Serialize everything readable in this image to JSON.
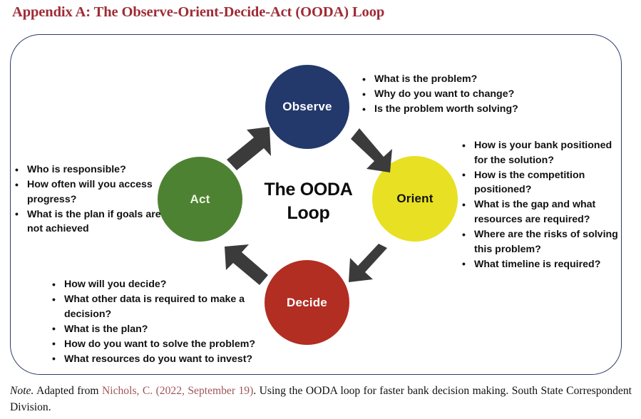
{
  "title": "Appendix A: The Observe-Orient-Decide-Act (OODA) Loop",
  "center": {
    "line1": "The OODA",
    "line2": "Loop"
  },
  "nodes": {
    "observe": {
      "label": "Observe",
      "color": "#23386b"
    },
    "orient": {
      "label": "Orient",
      "color": "#e8e022"
    },
    "decide": {
      "label": "Decide",
      "color": "#b22d22"
    },
    "act": {
      "label": "Act",
      "color": "#4e8233"
    }
  },
  "arrows": {
    "act_to_observe": "arrow-up-right",
    "observe_to_orient": "arrow-down-right",
    "orient_to_decide": "arrow-down-left",
    "decide_to_act": "arrow-up-left",
    "color": "#3b3b3b"
  },
  "lists": {
    "observe": [
      "What is the problem?",
      "Why do you want to change?",
      "Is the problem worth solving?"
    ],
    "orient": [
      "How is your bank positioned for the solution?",
      "How is the competition positioned?",
      "What is the gap and what resources are required?",
      "Where are the risks of solving this problem?",
      "What timeline is required?"
    ],
    "act": [
      "Who is responsible?",
      "How often will you access progress?",
      "What is the plan if goals are not achieved"
    ],
    "decide": [
      "How will you decide?",
      "What other data is required to make a decision?",
      "What is the plan?",
      "How do you want to solve the problem?",
      "What resources do you want to invest?"
    ]
  },
  "note": {
    "label": "Note.",
    "before_link": " Adapted from ",
    "link": "Nichols, C. (2022, September 19)",
    "after_link": ". Using the OODA loop for faster bank decision making. South State Correspondent Division."
  },
  "colors": {
    "title": "#9e2b35",
    "frame_border": "#2f3b6e",
    "link": "#a0555a",
    "background": "#ffffff"
  }
}
